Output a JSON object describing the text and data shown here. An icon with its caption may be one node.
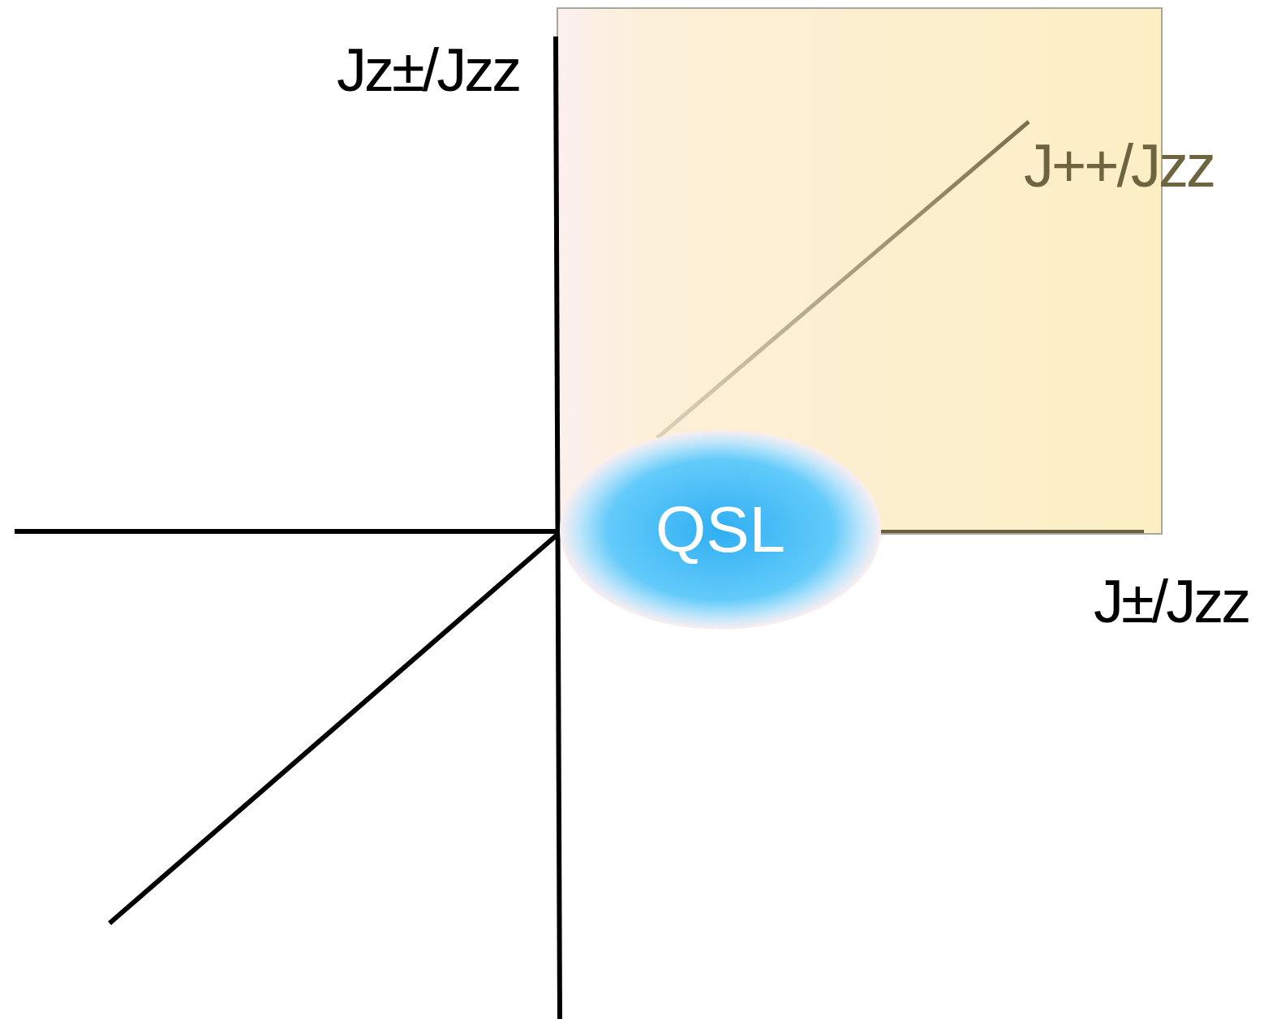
{
  "diagram": {
    "nodes": [
      {
        "text": [
          "QSL"
        ]
      }
    ],
    "edges": [],
    "labels": [
      "Jz±/Jzz",
      "J++/Jzz",
      "J±/Jzz"
    ]
  }
}
